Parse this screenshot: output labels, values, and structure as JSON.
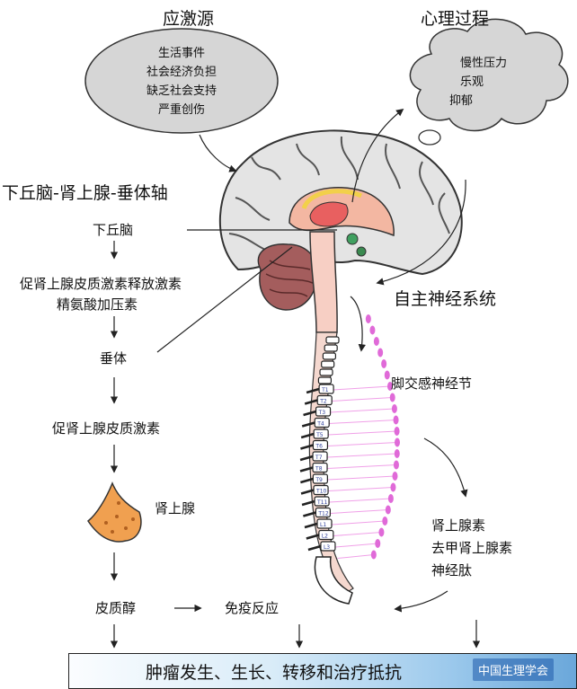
{
  "headers": {
    "stressors": "应激源",
    "psych": "心理过程",
    "hpa_axis": "下丘脑-肾上腺-垂体轴",
    "ans": "自主神经系统"
  },
  "stressors": [
    "生活事件",
    "社会经济负担",
    "缺乏社会支持",
    "严重创伤"
  ],
  "psych_items": [
    "慢性压力",
    "乐观",
    "抑郁"
  ],
  "hpa": {
    "hypothalamus": "下丘脑",
    "crh_line1": "促肾上腺皮质激素释放激素",
    "crh_line2": "精氨酸加压素",
    "pituitary": "垂体",
    "acth": "促肾上腺皮质激素",
    "adrenal": "肾上腺",
    "cortisol": "皮质醇",
    "immune": "免疫反应"
  },
  "ans_branch": {
    "ganglion": "脚交感神经节",
    "hormones": [
      "肾上腺素",
      "去甲肾上腺素",
      "神经肽"
    ]
  },
  "outcome": "肿瘤发生、生长、转移和治疗抵抗",
  "brand": "中国生理学会",
  "vertebra_labels": [
    "T1",
    "T2",
    "T3",
    "T4",
    "T5",
    "T6",
    "T7",
    "T8",
    "T9",
    "T10",
    "T11",
    "T12",
    "L1",
    "L2",
    "L3"
  ],
  "colors": {
    "cloud": "#d9d9d9",
    "brain": "#e3e3e3",
    "brain_inner": "#f3b8a5",
    "cerebellum": "#a45d5d",
    "adrenal": "#f0a050",
    "ganglion": "#e06ad8",
    "vertebra_text": "#2c3e9a"
  }
}
